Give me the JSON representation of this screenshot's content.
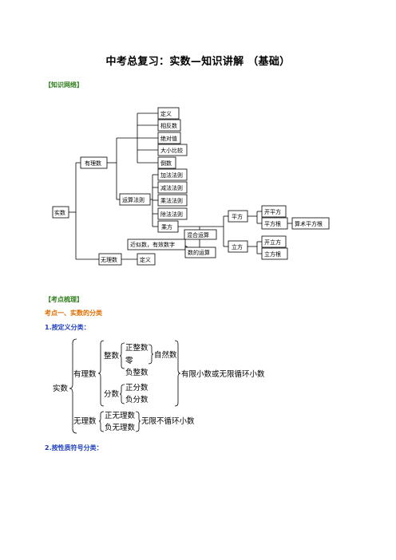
{
  "title": "中考总复习：实数—知识讲解 （基础）",
  "section_network": "【知识网络】",
  "section_review": "【考点梳理】",
  "point1": "考点一、实数的分类",
  "by_definition": "1.按定义分类：",
  "by_sign": "2.按性质符号分类：",
  "colors": {
    "green": "#2e7d1b",
    "orange": "#e06d00",
    "blue": "#1f3fbf"
  },
  "network": {
    "root": "实数",
    "rational": "有理数",
    "irrational": "无理数",
    "rational_children": [
      "定义",
      "相反数",
      "绝对值",
      "大小比较",
      "倒数"
    ],
    "operation_rules": "运算法则",
    "rules": [
      "加法法则",
      "减法法则",
      "乘法法则",
      "除法法则",
      "乘方"
    ],
    "mixed": "混合运算",
    "approx": "近似数，有效数字",
    "operation": "数的运算",
    "square": "平方",
    "square_children": [
      "开平方",
      "平方根"
    ],
    "arith_root": "算术平方根",
    "cube": "立方",
    "cube_children": [
      "开立方",
      "立方根"
    ],
    "irrational_def": "定义"
  },
  "classification": {
    "real": "实数",
    "rational": "有理数",
    "integer": "整数",
    "pos_int": "正整数",
    "zero": "零",
    "neg_int": "负整数",
    "natural": "自然数",
    "fraction": "分数",
    "pos_frac": "正分数",
    "neg_frac": "负分数",
    "rational_note": "有限小数或无限循环小数",
    "irrational": "无理数",
    "pos_irr": "正无理数",
    "neg_irr": "负无理数",
    "irrational_note": "无限不循环小数"
  }
}
